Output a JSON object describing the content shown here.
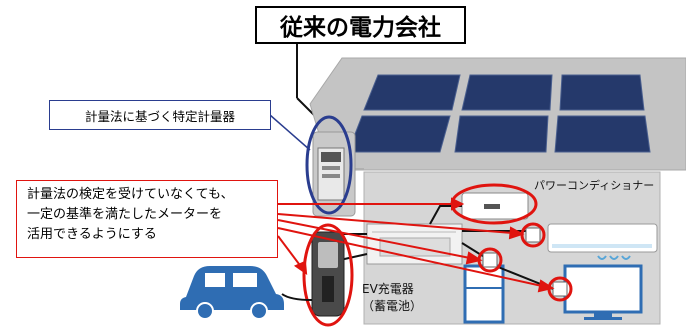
{
  "title": "従来の電力会社",
  "meter_callout": "計量法に基づく特定計量器",
  "proposal_lines": [
    "計量法の検定を受けていなくても、",
    "一定の基準を満たしたメーターを",
    "活用できるようにする"
  ],
  "power_conditioner_label": "パワーコンディショナー",
  "ev_charger_label": [
    "EV充電器",
    "（蓄電池）"
  ],
  "colors": {
    "highlight_red": "#e0140f",
    "meter_blue": "#2a3d8f",
    "solar_panel": "#25396b",
    "car_blue": "#2f6db3"
  }
}
